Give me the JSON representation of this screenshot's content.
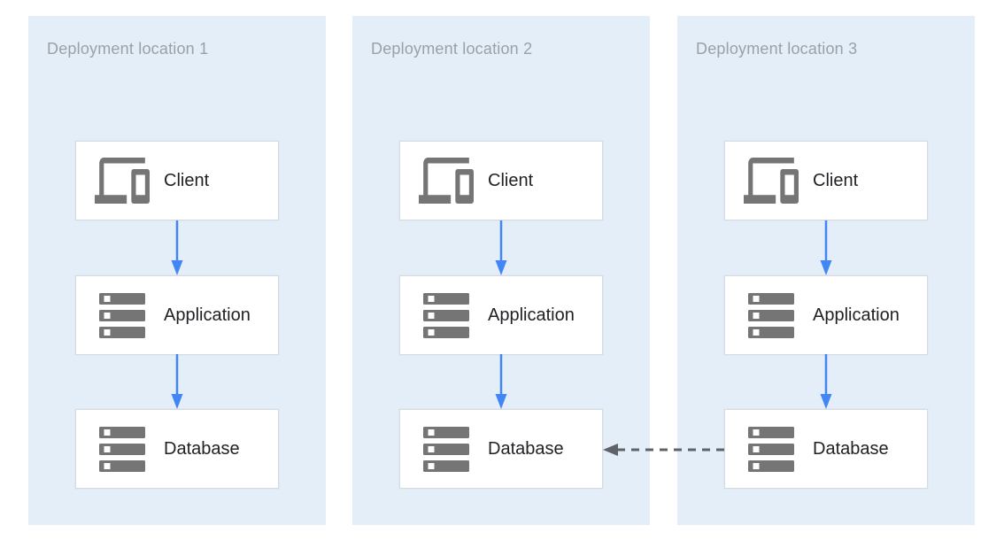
{
  "theme": {
    "bg": "#ffffff",
    "panel-fill": "#e4eef8",
    "panel-title": "#9aa0a6",
    "box-bg": "#ffffff",
    "box-border": "#d7dade",
    "icon": "#757575",
    "label": "#202124",
    "arrow-blue": "#4285f4",
    "arrow-gray": "#5f6368"
  },
  "panels": [
    {
      "title": "Deployment location 1",
      "nodes": [
        {
          "label": "Client",
          "icon": "devices-icon"
        },
        {
          "label": "Application",
          "icon": "server-stack-icon"
        },
        {
          "label": "Database",
          "icon": "server-stack-icon"
        }
      ]
    },
    {
      "title": "Deployment location 2",
      "nodes": [
        {
          "label": "Client",
          "icon": "devices-icon"
        },
        {
          "label": "Application",
          "icon": "server-stack-icon"
        },
        {
          "label": "Database",
          "icon": "server-stack-icon"
        }
      ]
    },
    {
      "title": "Deployment location 3",
      "nodes": [
        {
          "label": "Client",
          "icon": "devices-icon"
        },
        {
          "label": "Application",
          "icon": "server-stack-icon"
        },
        {
          "label": "Database",
          "icon": "server-stack-icon"
        }
      ]
    }
  ],
  "edges": [
    {
      "from": "Deployment location 1 / Client",
      "to": "Deployment location 1 / Application",
      "style": "solid",
      "color": "#4285f4"
    },
    {
      "from": "Deployment location 1 / Application",
      "to": "Deployment location 1 / Database",
      "style": "solid",
      "color": "#4285f4"
    },
    {
      "from": "Deployment location 2 / Client",
      "to": "Deployment location 2 / Application",
      "style": "solid",
      "color": "#4285f4"
    },
    {
      "from": "Deployment location 2 / Application",
      "to": "Deployment location 2 / Database",
      "style": "solid",
      "color": "#4285f4"
    },
    {
      "from": "Deployment location 3 / Client",
      "to": "Deployment location 3 / Application",
      "style": "solid",
      "color": "#4285f4"
    },
    {
      "from": "Deployment location 3 / Application",
      "to": "Deployment location 3 / Database",
      "style": "solid",
      "color": "#4285f4"
    },
    {
      "from": "Deployment location 3 / Database",
      "to": "Deployment location 2 / Database",
      "style": "dashed",
      "color": "#5f6368"
    }
  ]
}
